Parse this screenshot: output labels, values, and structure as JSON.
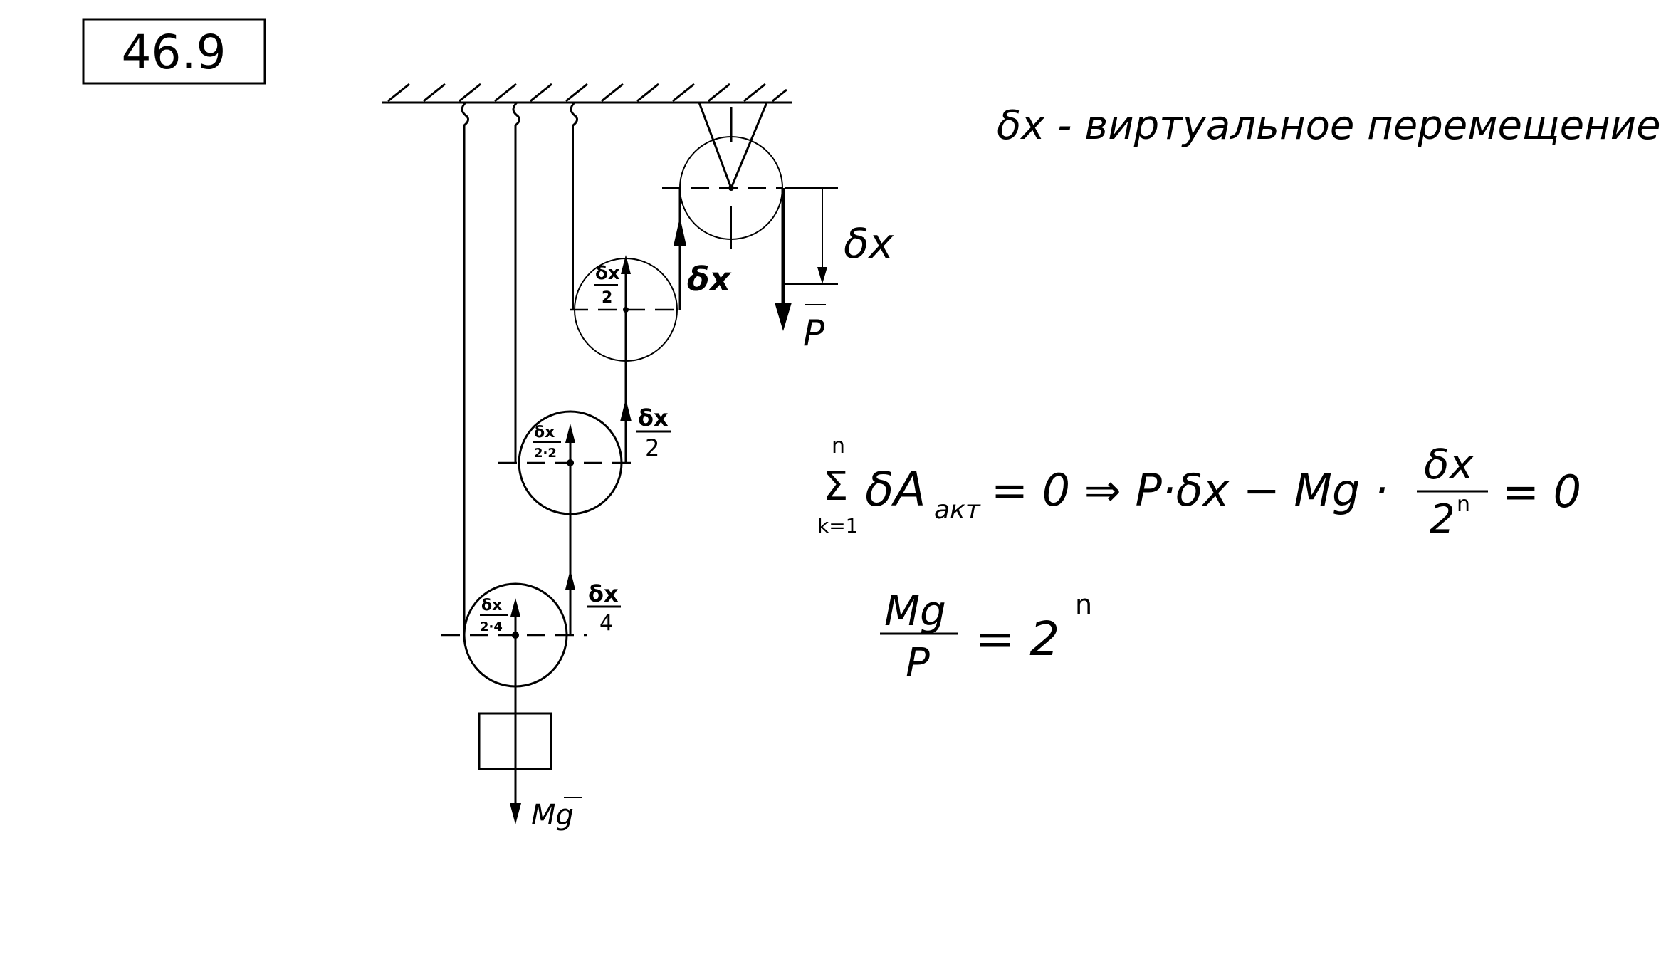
{
  "problem_number": "46.9",
  "definition": "δx - виртуальное перемещение",
  "diagram_labels": {
    "pulley3_disp_num": "δx",
    "pulley3_disp_den": "2",
    "rope_top_disp": "δx",
    "dimension_disp": "δx",
    "force_p": "P",
    "rope_mid_disp_num": "δx",
    "rope_mid_disp_den": "2",
    "pulley2_disp_num": "δx",
    "pulley2_disp_den": "2·2",
    "rope_low_disp_num": "δx",
    "rope_low_disp_den": "4",
    "pulley1_disp_num": "δx",
    "pulley1_disp_den": "2·4",
    "weight": "Mg"
  },
  "equation1": {
    "sum_upper": "n",
    "sum_symbol": "Σ",
    "sum_lower": "k=1",
    "term": "δA",
    "term_sub": "акт",
    "middle": "= 0 ⇒ P·δx − Mg ·",
    "frac_num": "δx",
    "frac_den": "2",
    "frac_den_exp": "n",
    "tail": "= 0"
  },
  "equation2": {
    "num": "Mg",
    "den": "P",
    "rhs": "= 2",
    "rhs_exp": "n"
  }
}
